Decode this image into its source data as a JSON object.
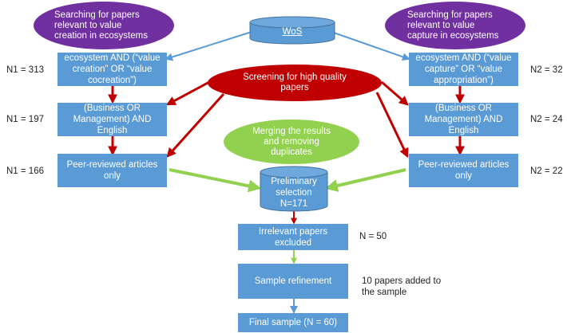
{
  "ovals": {
    "left_search": "Searching for papers relevant to value creation in ecosystems",
    "right_search": "Searching for papers relevant to value capture in ecosystems",
    "screening": "Screening for high quality papers",
    "merging": "Merging the results and removing duplicates"
  },
  "database": {
    "label": "WoS"
  },
  "left_boxes": {
    "query": "ecosystem AND (“value creation” OR “value cocreation”)",
    "filter": "(Business OR Management) AND English",
    "peer": "Peer-reviewed articles only"
  },
  "right_boxes": {
    "query": "ecosystem AND (“value capture” OR “value appropriation”)",
    "filter": "(Business OR Management) AND English",
    "peer": "Peer-reviewed articles only"
  },
  "left_counts": [
    "N1 = 313",
    "N1 = 197",
    "N1 = 166"
  ],
  "right_counts": [
    "N2 = 32",
    "N2 = 24",
    "N2 = 22"
  ],
  "preliminary": {
    "line1": "Preliminary",
    "line2": "selection",
    "line3": "N=171"
  },
  "irrelevant": {
    "label": "Irrelevant papers excluded",
    "count": "N = 50"
  },
  "refinement": {
    "label": "Sample refinement",
    "note": "10 papers added to the sample"
  },
  "final": {
    "label": "Final sample (N = 60)"
  },
  "colors": {
    "box": "#5b9bd5",
    "purple": "#7030a0",
    "red": "#c00000",
    "green": "#92d050",
    "arrow_blue": "#5b9bd5"
  }
}
